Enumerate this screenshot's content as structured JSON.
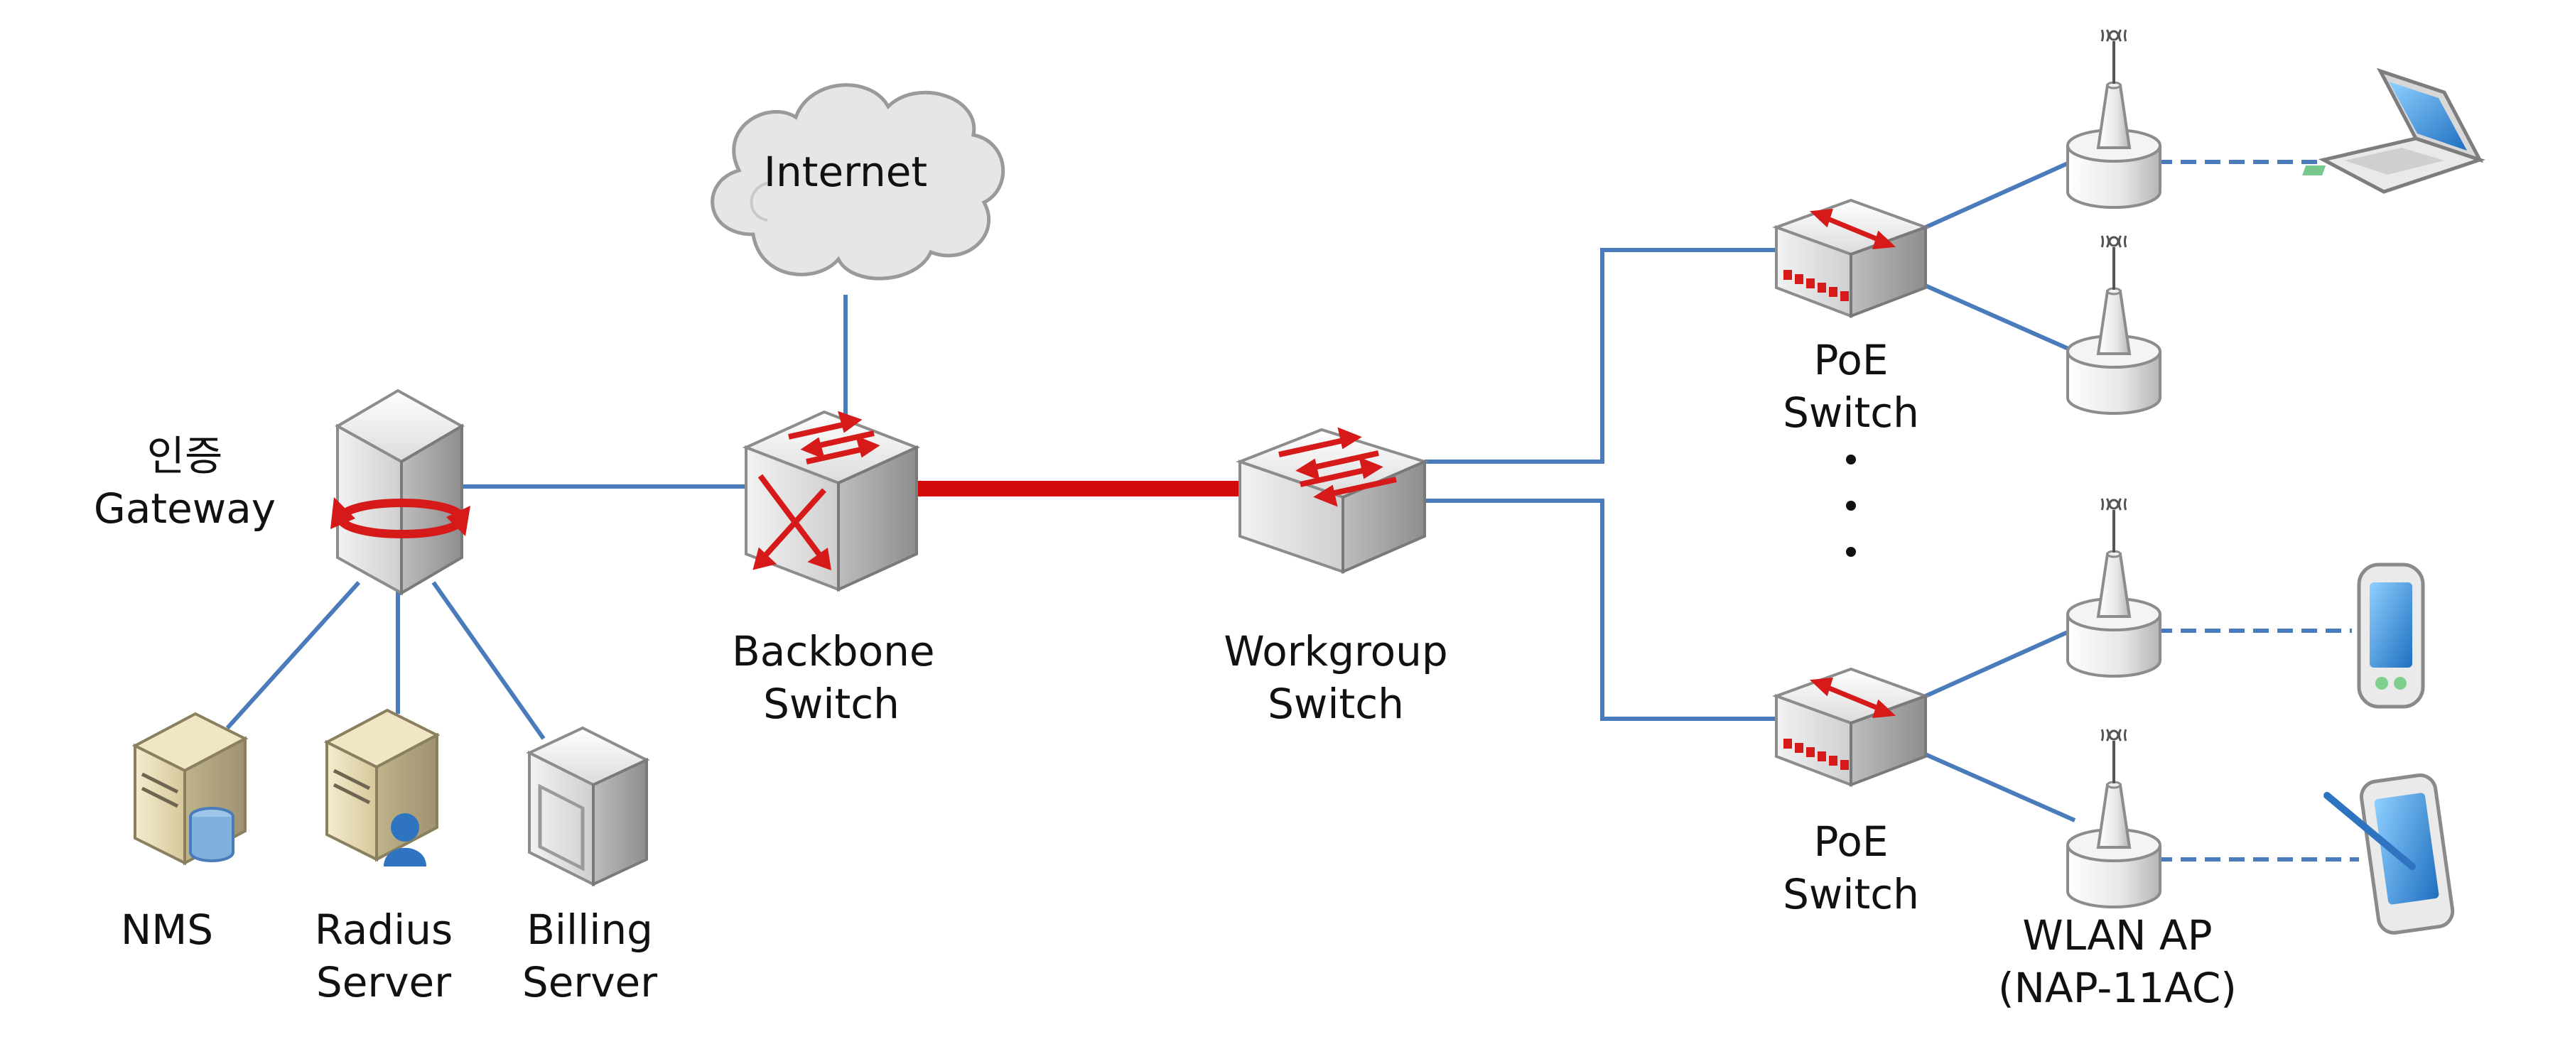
{
  "diagram": {
    "nodes": {
      "internet": {
        "label": "Internet"
      },
      "gateway": {
        "line1": "인증",
        "line2": "Gateway"
      },
      "nms": {
        "label": "NMS"
      },
      "radius": {
        "line1": "Radius",
        "line2": "Server"
      },
      "billing": {
        "line1": "Billing",
        "line2": "Server"
      },
      "backbone": {
        "line1": "Backbone",
        "line2": "Switch"
      },
      "workgroup": {
        "line1": "Workgroup",
        "line2": "Switch"
      },
      "poe_top": {
        "line1": "PoE",
        "line2": "Switch"
      },
      "poe_bottom": {
        "line1": "PoE",
        "line2": "Switch"
      },
      "wlan_ap": {
        "line1": "WLAN AP",
        "line2": "(NAP-11AC)"
      }
    },
    "colors": {
      "link": "#4a7bbb",
      "backbone_link": "#d10a0a",
      "device_red": "#d61a1a",
      "device_body": "#e9e9e9",
      "cloud": "#e4e4e4",
      "screen_blue": "#2a8ad8"
    },
    "icons": [
      "cloud-icon",
      "server-tower-icon",
      "database-server-icon",
      "user-server-icon",
      "billing-appliance-icon",
      "router-switch-icon",
      "workgroup-switch-icon",
      "poe-switch-icon",
      "access-point-icon",
      "laptop-icon",
      "smartphone-icon",
      "tablet-pen-icon"
    ]
  }
}
